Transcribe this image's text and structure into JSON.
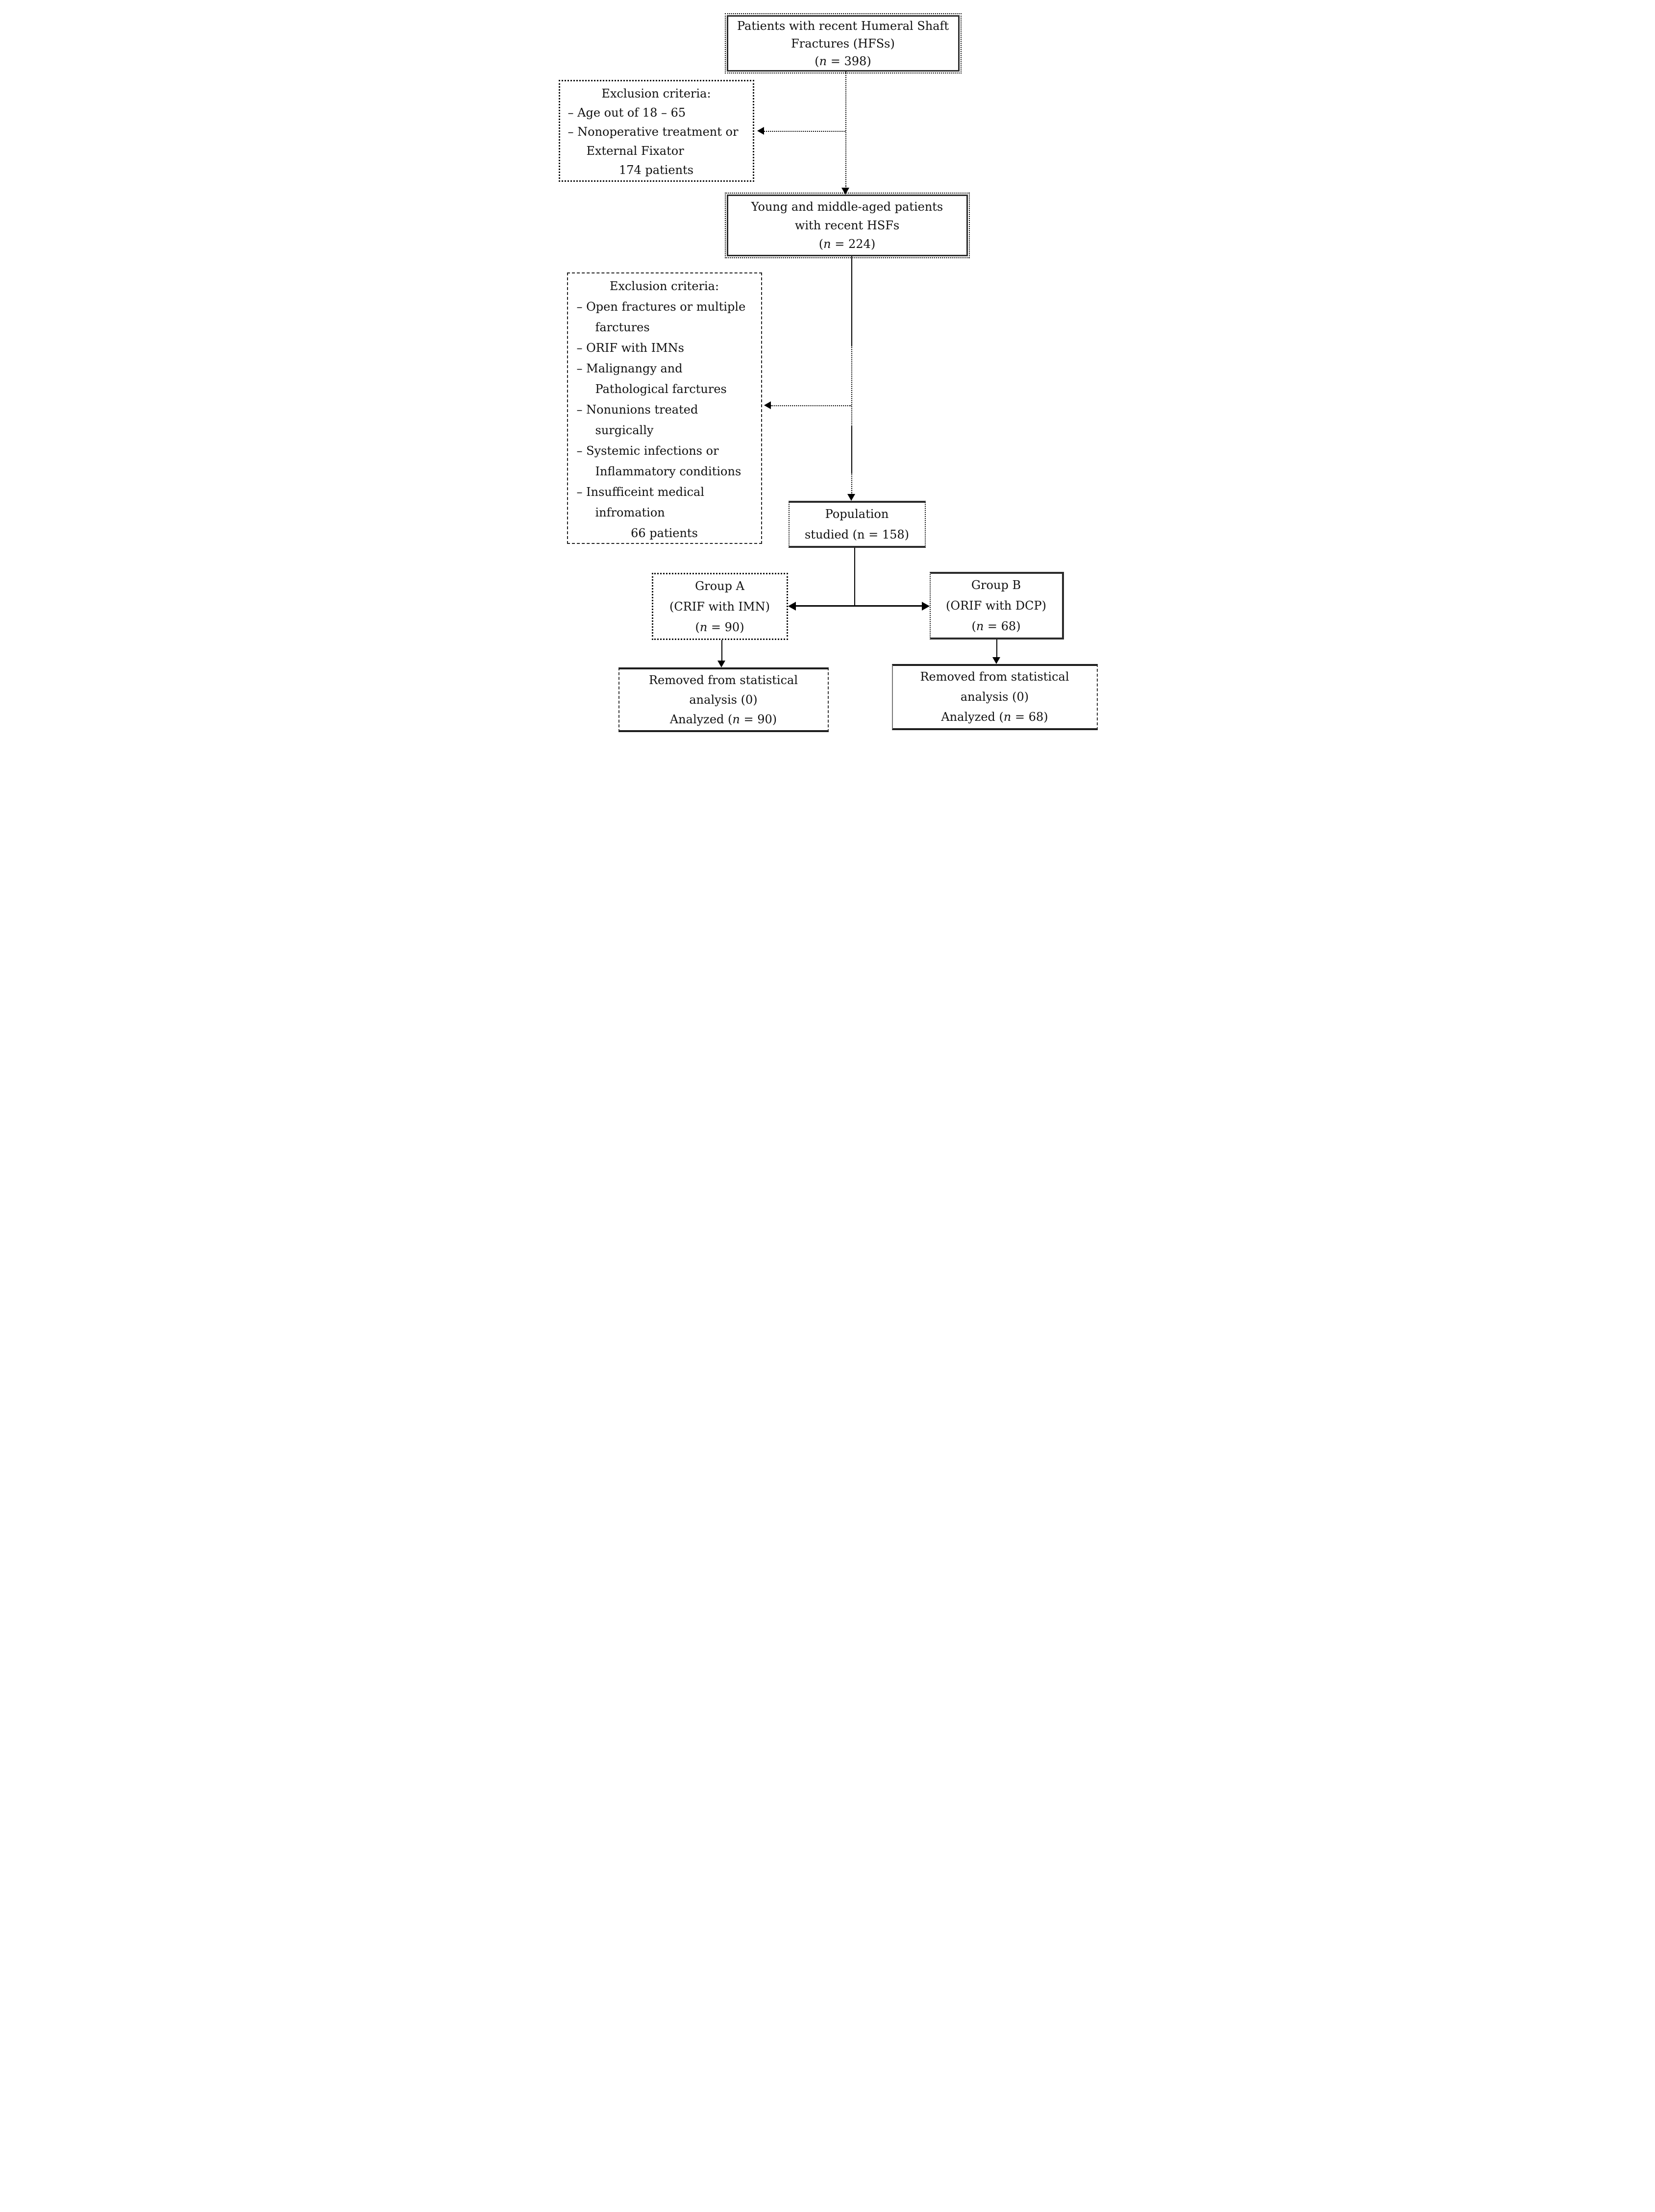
{
  "colors": {
    "ink": "#111111",
    "box_border": "#2b2b2b",
    "background": "#ffffff"
  },
  "boxes": {
    "top": {
      "line1": "Patients with recent Humeral Shaft",
      "line2": "Fractures (HFSs)",
      "n_pre": "(",
      "n_var": "n",
      "n_rest": " = 398)"
    },
    "exclusion1": {
      "title": "Exclusion criteria:",
      "item1": "– Age out of 18 – 65",
      "item2": "– Nonoperative treatment or",
      "item2b": "External Fixator",
      "count": "174 patients"
    },
    "young": {
      "line1": "Young and middle-aged patients",
      "line2": "with recent HSFs",
      "n_pre": "(",
      "n_var": "n",
      "n_rest": " = 224)"
    },
    "exclusion2": {
      "title": "Exclusion criteria:",
      "item1": "– Open fractures or multiple",
      "item1b": "farctures",
      "item2": "– ORIF with IMNs",
      "item3": "– Malignangy and",
      "item3b": "Pathological farctures",
      "item4": "– Nonunions treated",
      "item4b": "surgically",
      "item5": "– Systemic infections or",
      "item5b": "Inflammatory conditions",
      "item6": "– Insufficeint medical",
      "item6b": "infromation",
      "count": "66 patients"
    },
    "population": {
      "line1": "Population",
      "n_pre": "studied (",
      "n_var": "n",
      "n_rest": " = 158)"
    },
    "groupA": {
      "line1": "Group A",
      "line2": "(CRIF with IMN)",
      "n_pre": "(",
      "n_var": "n",
      "n_rest": " = 90)"
    },
    "groupB": {
      "line1": "Group B",
      "line2": "(ORIF with DCP)",
      "n_pre": "(",
      "n_var": "n",
      "n_rest": " = 68)"
    },
    "removedA": {
      "line1": "Removed from statistical",
      "line2": "analysis (0)",
      "n_pre": "Analyzed (",
      "n_var": "n",
      "n_rest": " = 90)"
    },
    "removedB": {
      "line1": "Removed from statistical",
      "line2": "analysis (0)",
      "n_pre": "Analyzed (",
      "n_var": "n",
      "n_rest": " = 68)"
    }
  }
}
